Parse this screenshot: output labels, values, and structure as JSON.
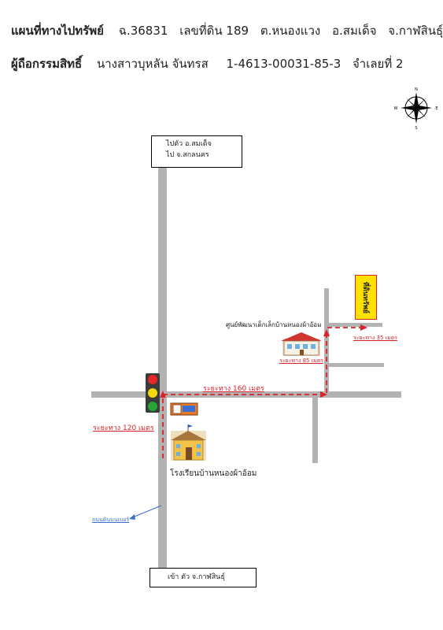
{
  "header": {
    "title": "แผนที่ทางไปทรัพย์",
    "deed_no": "ฉ.36831",
    "land_no": "เลขที่ดิน  189",
    "subdistrict": "ต.หนองแวง",
    "district": "อ.สมเด็จ",
    "province": "จ.กาฬสินธุ์",
    "owner_label": "ผู้ถือกรรมสิทธิ์",
    "owner_name": "นางสาวบุหลัน  จันทรส",
    "id_number": "1-4613-00031-85-3",
    "defendant": "จำเลยที่ 2"
  },
  "compass": {
    "n": "N",
    "s": "S",
    "e": "E",
    "w": "W"
  },
  "signs": {
    "top_line1": "ไปตัว อ.สมเด็จ",
    "top_line2": "ไป  จ.สกลนคร",
    "bottom": "เข้า ตัว จ.กาฬสินธุ์"
  },
  "places": {
    "childcare_center": "ศูนย์พัฒนาเด็กเล็กบ้านหนองผ้าอ้อม",
    "school": "โรงเรียนบ้านหนองผ้าอ้อม",
    "road_note": "ถนนดินบนเบอร์"
  },
  "distances": {
    "d120": "ระยะทาง 120 เมตร",
    "d160": "ระยะทาง 160 เมตร",
    "d85": "ระยะทาง 85 เมตร",
    "d35": "ระยะทาง 35 เมตร"
  },
  "property_label": "ที่ดินทรัพย์",
  "colors": {
    "road": "#b3b3b3",
    "route": "#d8232a",
    "plot_fill": "#ffe100",
    "traffic_red": "#e8262b",
    "traffic_yellow": "#f5d90a",
    "traffic_green": "#27a534"
  }
}
